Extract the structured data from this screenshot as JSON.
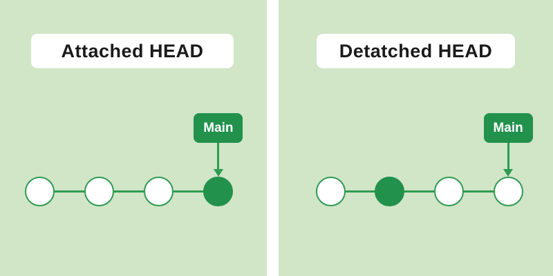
{
  "diagram": {
    "panels": [
      {
        "title": "Attached HEAD",
        "branch_label": "Main",
        "commits": [
          "outline",
          "outline",
          "outline",
          "filled"
        ],
        "branch_arrow_target": 3
      },
      {
        "title": "Detatched HEAD",
        "branch_label": "Main",
        "commits": [
          "outline",
          "filled",
          "outline",
          "outline"
        ],
        "branch_arrow_target": 3
      }
    ],
    "colors": {
      "background": "#d1e5c7",
      "divider": "#ffffff",
      "node_fill": "#21914c",
      "stroke": "#2e9b52",
      "label_bg": "#21914c",
      "label_text": "#ffffff",
      "title_bg": "#ffffff",
      "title_text": "#1a1a1a"
    }
  }
}
